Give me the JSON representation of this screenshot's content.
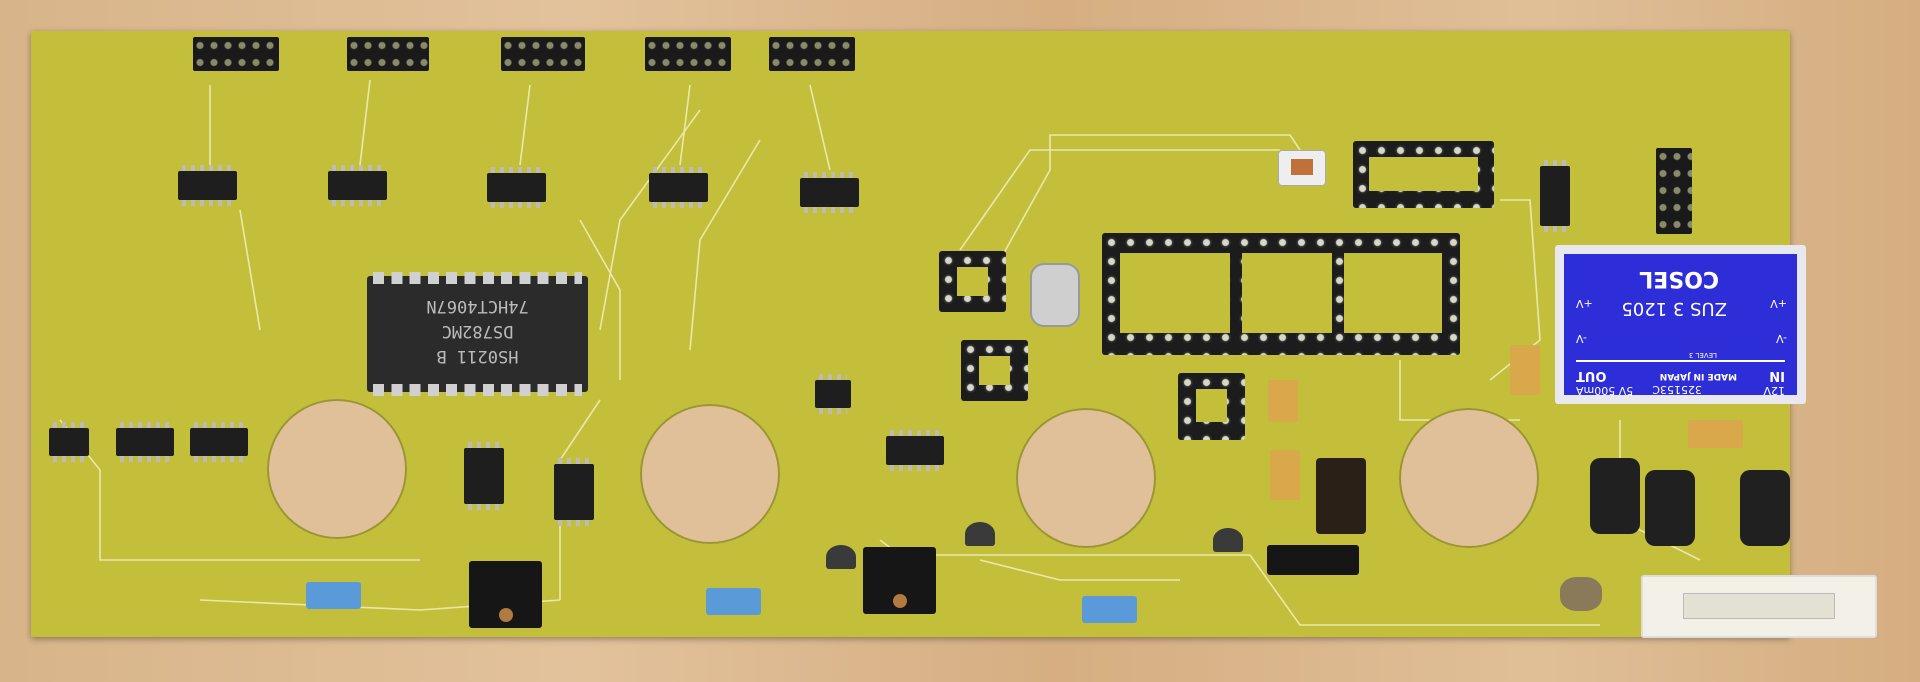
{
  "board": {
    "mux_chip": {
      "line1": "HS0211 B",
      "line2": "DS782MC",
      "line3": "74HCT4067N"
    },
    "dcdc_module": {
      "brand": "COSEL",
      "model": "ZUS 3 1205",
      "in_label": "IN",
      "in_value": "12V",
      "out_label": "OUT",
      "out_value": "5V 500mA",
      "made_in": "MADE IN JAPAN",
      "lot": "325153C",
      "level": "LEVEL 3",
      "pin_minus_v": "-V",
      "pin_plus_v": "+V"
    },
    "colors": {
      "pcb": "#c4bf3a",
      "module": "#2e2ed8",
      "wood": "#d8b489"
    }
  }
}
